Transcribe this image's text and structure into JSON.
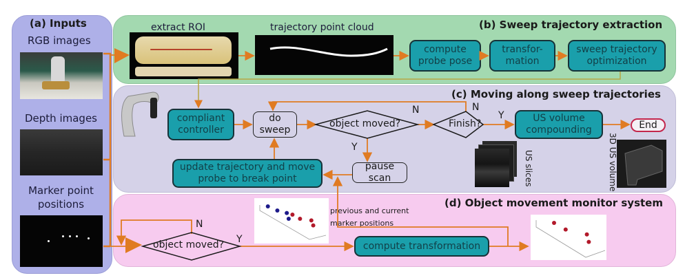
{
  "panels": {
    "a": {
      "title": "(a) Inputs",
      "items": [
        "RGB images",
        "Depth images",
        "Marker point positions"
      ]
    },
    "b": {
      "title": "(b) Sweep trajectory extraction",
      "image_labels": [
        "extract ROI",
        "trajectory point cloud"
      ],
      "boxes": [
        "compute probe pose",
        "transfor-mation",
        "sweep trajectory optimization"
      ]
    },
    "c": {
      "title": "(c) Moving along sweep trajectories",
      "boxes": {
        "compliant": "compliant controller",
        "sweep": "do sweep",
        "moved": "object moved?",
        "finish": "Finish?",
        "compound": "US volume compounding",
        "end": "End",
        "pause": "pause scan",
        "update": "update trajectory and move probe to break point"
      },
      "edge_labels": {
        "moved_n": "N",
        "moved_y": "Y",
        "finish_n": "N",
        "finish_y": "Y"
      },
      "image_labels": {
        "slices": "US slices",
        "volume": "3D US volume"
      }
    },
    "d": {
      "title": "(d) Object movement monitor system",
      "boxes": {
        "moved": "object moved?",
        "transform": "compute transformation"
      },
      "edge_labels": {
        "n": "N",
        "y": "Y"
      },
      "caption": [
        "previous and current",
        "marker positions"
      ]
    }
  },
  "colors": {
    "arrow": "#e07b22",
    "teal": "#1a9fab",
    "end_border": "#c3264c"
  },
  "scatter_prev_current": {
    "previous": [
      [
        1,
        9
      ],
      [
        2,
        8
      ],
      [
        3,
        7.4
      ],
      [
        3.2,
        6
      ]
    ],
    "current": [
      [
        3.6,
        7
      ],
      [
        4.4,
        6
      ],
      [
        5.6,
        5.6
      ],
      [
        5.8,
        4.4
      ]
    ]
  },
  "scatter_transformed": [
    [
      2,
      9
    ],
    [
      3.2,
      7.4
    ],
    [
      5.4,
      6.2
    ],
    [
      5.6,
      4.4
    ]
  ]
}
